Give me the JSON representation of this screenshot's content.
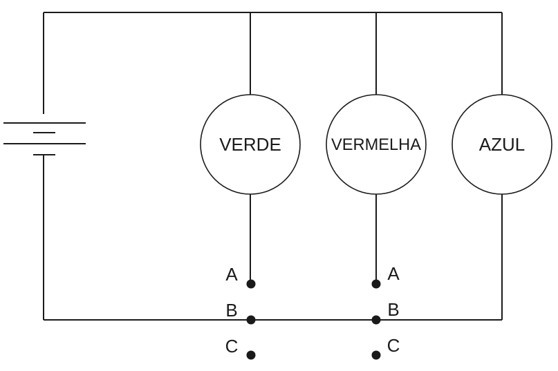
{
  "lamps": {
    "green": "VERDE",
    "red": "VERMELHA",
    "blue": "AZUL"
  },
  "switch_left": {
    "a": "A",
    "b": "B",
    "c": "C"
  },
  "switch_right": {
    "a": "A",
    "b": "B",
    "c": "C"
  },
  "colors": {
    "line": "#1a1a1a",
    "background": "#ffffff"
  }
}
